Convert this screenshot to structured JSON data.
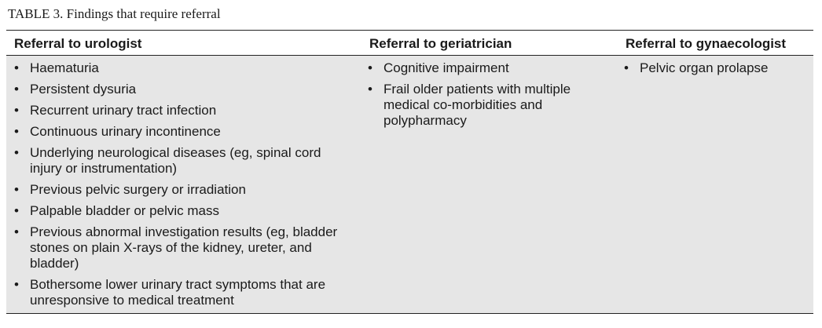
{
  "caption": "TABLE 3.  Findings that require referral",
  "columns": [
    {
      "header": "Referral to urologist",
      "items": [
        [
          "Haematuria"
        ],
        [
          "Persistent dysuria"
        ],
        [
          "Recurrent urinary tract infection"
        ],
        [
          "Continuous urinary incontinence"
        ],
        [
          "Underlying neurological diseases (eg, spinal cord",
          "injury or instrumentation)"
        ],
        [
          "Previous pelvic surgery or irradiation"
        ],
        [
          "Palpable bladder or pelvic mass"
        ],
        [
          "Previous abnormal investigation results (eg, bladder",
          "stones on plain X-rays of the kidney, ureter, and",
          "bladder)"
        ],
        [
          "Bothersome lower urinary tract symptoms that are",
          "unresponsive to medical treatment"
        ]
      ]
    },
    {
      "header": "Referral to geriatrician",
      "items": [
        [
          "Cognitive impairment"
        ],
        [
          "Frail older patients with multiple",
          "medical co-morbidities and",
          "polypharmacy"
        ]
      ]
    },
    {
      "header": "Referral to gynaecologist",
      "items": [
        [
          "Pelvic organ prolapse"
        ]
      ]
    }
  ],
  "bullet_glyph": "•",
  "colors": {
    "body_background": "#e6e6e6",
    "rule": "#222222",
    "text": "#1a1a1a"
  }
}
